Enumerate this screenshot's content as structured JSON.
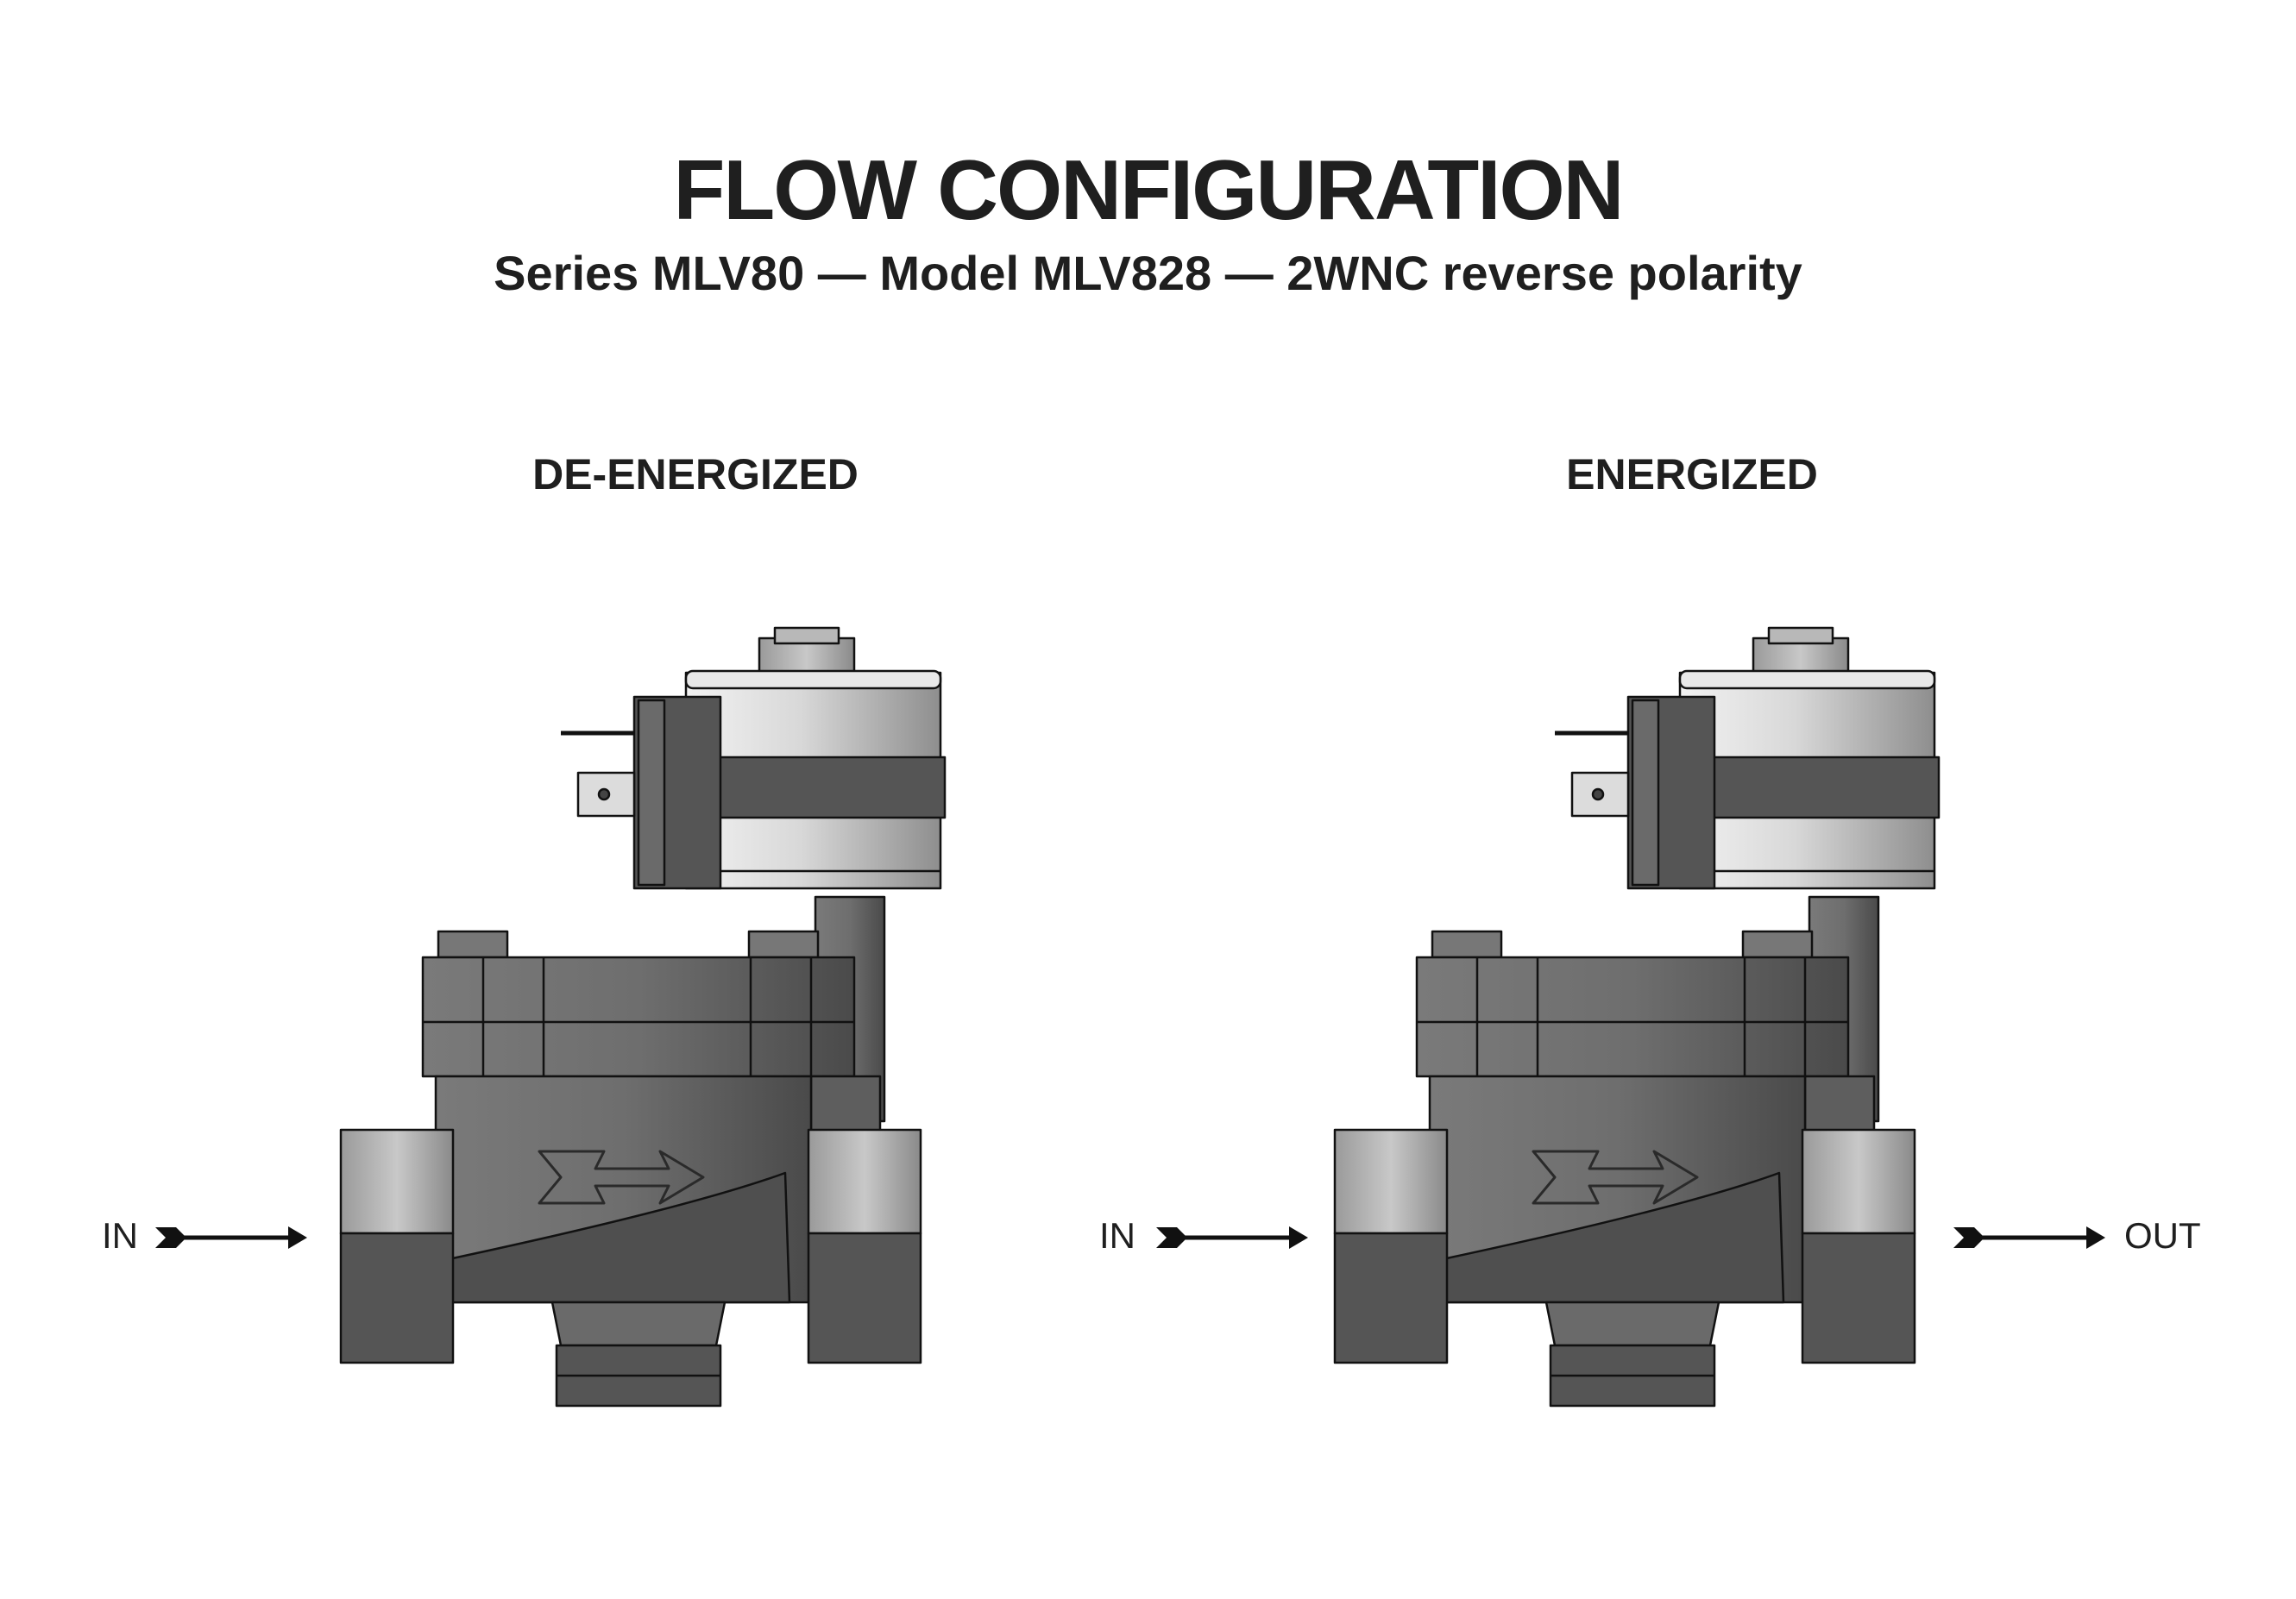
{
  "header": {
    "title": "FLOW CONFIGURATION",
    "subtitle": "Series MLV80 — Model MLV828 — 2WNC reverse polarity"
  },
  "panels": [
    {
      "state": "DE-ENERGIZED",
      "inlet_label": "IN"
    },
    {
      "state": "ENERGIZED",
      "inlet_label": "IN",
      "outlet_label": "OUT"
    }
  ],
  "colors": {
    "text": "#1f1f1f",
    "body_dark": "#5a5a5a",
    "body_mid": "#6e6e6e",
    "coil_light": "#d8d8d8",
    "band_dark": "#555555",
    "outline": "#111111"
  }
}
